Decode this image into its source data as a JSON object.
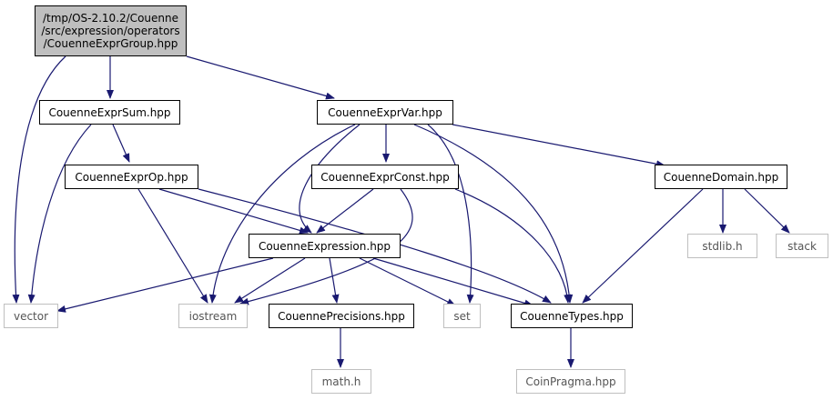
{
  "graph": {
    "edge_color": "#191970",
    "root_fill": "#bfbfbf",
    "system_border": "#bfbfbf",
    "nodes": {
      "root_line1": "/tmp/OS-2.10.2/Couenne",
      "root_line2": "/src/expression/operators",
      "root_line3": "/CouenneExprGroup.hpp",
      "expr_sum": "CouenneExprSum.hpp",
      "expr_var": "CouenneExprVar.hpp",
      "expr_op": "CouenneExprOp.hpp",
      "expr_const": "CouenneExprConst.hpp",
      "domain": "CouenneDomain.hpp",
      "expression": "CouenneExpression.hpp",
      "stdlib": "stdlib.h",
      "stack": "stack",
      "vector": "vector",
      "iostream": "iostream",
      "precisions": "CouennePrecisions.hpp",
      "set": "set",
      "types": "CouenneTypes.hpp",
      "math": "math.h",
      "coinpragma": "CoinPragma.hpp"
    }
  }
}
